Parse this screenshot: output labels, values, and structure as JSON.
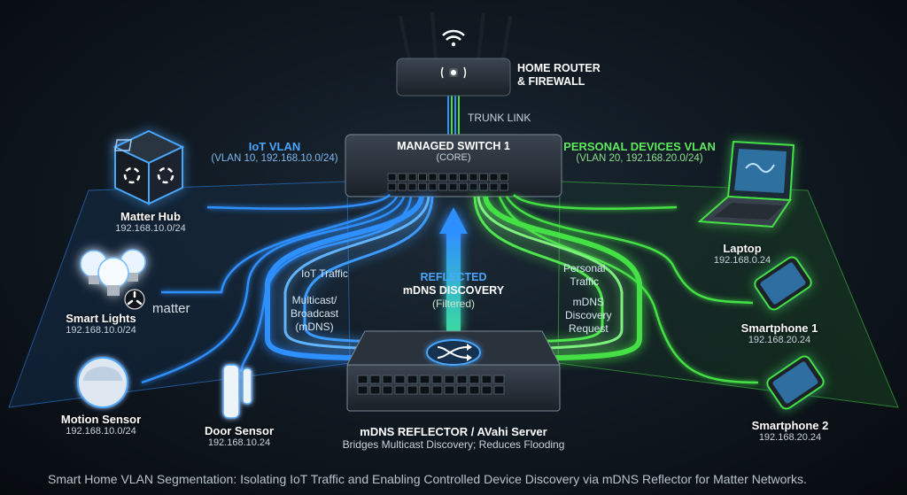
{
  "caption": "Smart Home VLAN Segmentation: Isolating IoT Traffic and Enabling Controlled Device Discovery via mDNS Reflector for Matter Networks.",
  "router": {
    "line1": "HOME ROUTER",
    "line2": "& FIREWALL"
  },
  "trunk_label": "TRUNK LINK",
  "switch": {
    "name": "MANAGED SWITCH 1",
    "sub": "(CORE)"
  },
  "iot_vlan": {
    "title": "IoT VLAN",
    "detail": "(VLAN 10, 192.168.10.0/24)"
  },
  "personal_vlan": {
    "title": "PERSONAL DEVICES VLAN",
    "detail": "(VLAN 20, 192.168.20.0/24)"
  },
  "iot_devices": [
    {
      "name": "Matter Hub",
      "ip": "192.168.10.0/24"
    },
    {
      "name": "Smart Lights",
      "ip": "192.168.10.0/24"
    },
    {
      "name": "Motion Sensor",
      "ip": "192.168.10.0/24"
    },
    {
      "name": "Door Sensor",
      "ip": "192.168.10.24"
    }
  ],
  "matter_logo": "matter",
  "personal_devices": [
    {
      "name": "Laptop",
      "ip": "192.168.0.24"
    },
    {
      "name": "Smartphone 1",
      "ip": "192.168.20.24"
    },
    {
      "name": "Smartphone 2",
      "ip": "192.168.20.24"
    }
  ],
  "flows": {
    "iot_traffic": "IoT Traffic",
    "multicast_line1": "Multicast/",
    "multicast_line2": "Broadcast",
    "multicast_line3": "(mDNS)",
    "reflected_line1": "REFLECTED",
    "reflected_line2": "mDNS DISCOVERY",
    "reflected_line3": "(Filtered)",
    "personal_line1": "Personal",
    "personal_line2": "Traffic",
    "request_line1": "mDNS",
    "request_line2": "Discovery",
    "request_line3": "Request"
  },
  "reflector": {
    "name": "mDNS REFLECTOR / AVahi Server",
    "sub": "Bridges Multicast Discovery; Reduces Flooding"
  },
  "colors": {
    "iot_blue": "#2f8fff",
    "personal_green": "#44e044",
    "background": "#0b1118"
  },
  "icons": [
    "wifi-icon",
    "cube-hub-icon",
    "lightbulb-icon",
    "matter-logo-icon",
    "motion-sensor-icon",
    "door-sensor-icon",
    "laptop-icon",
    "smartphone-icon",
    "shuffle-icon"
  ]
}
